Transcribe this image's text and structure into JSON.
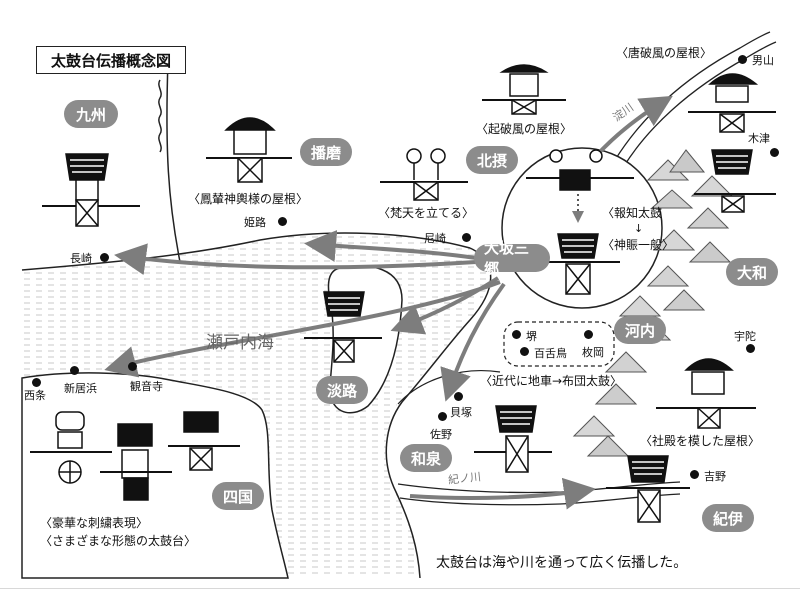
{
  "title": "太鼓台伝播概念図",
  "regions": {
    "kyushu": "九州",
    "harima": "播磨",
    "hokusetsu": "北摂",
    "osaka_sango": "大坂三郷",
    "yamato": "大和",
    "kawachi": "河内",
    "awaji": "淡路",
    "izumi": "和泉",
    "shikoku": "四国",
    "kii": "紀伊"
  },
  "sea": "瀬戸内海",
  "rivers": {
    "yodo": "淀川",
    "kino": "紀ノ川"
  },
  "cities": {
    "nagasaki": "長崎",
    "himeji": "姫路",
    "amagasaki": "尼崎",
    "otokoyama": "男山",
    "kizu": "木津",
    "uda": "宇陀",
    "yoshino": "吉野",
    "kaizuka": "貝塚",
    "sano": "佐野",
    "saijo": "西条",
    "niihama": "新居浜",
    "kanonji": "観音寺",
    "sakai": "堺",
    "mozu": "百舌鳥",
    "hiraoka": "枚岡"
  },
  "annotations": {
    "karahafu": "〈唐破風の屋根〉",
    "kikuhafu": "〈起破風の屋根〉",
    "hoomikoshi": "〈鳳輦神輿様の屋根〉",
    "bonten": "〈梵天を立てる〉",
    "hochi": "〈報知太鼓",
    "arrow": "↓",
    "shinshin": "〈神賑一般〉",
    "kindai": "〈近代に地車→布団太鼓〉",
    "shaden": "〈社殿を模した屋根〉",
    "goka": "〈豪華な刺繍表現〉",
    "samazama": "〈さまざまな形態の太鼓台〉"
  },
  "caption": "太鼓台は海や川を通って広く伝播した。"
}
